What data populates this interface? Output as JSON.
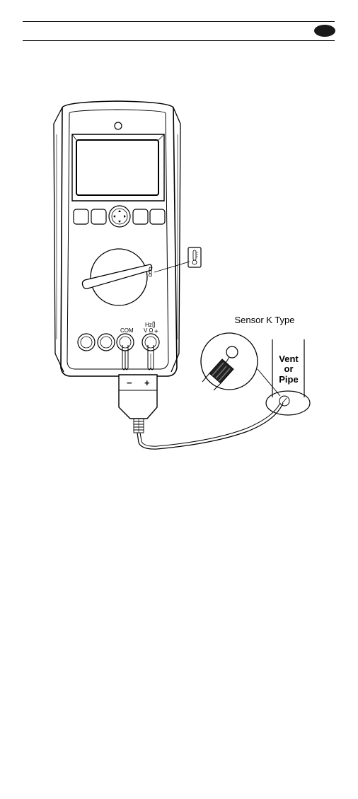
{
  "page": {
    "badge": ""
  },
  "diagram": {
    "sensor_label": "Sensor K Type",
    "vent_label_lines": [
      "Vent",
      "or",
      "Pipe"
    ],
    "jack_com_label": "COM",
    "jack_v_label": "V Ω",
    "jack_hz_label": "Hz",
    "plug_minus": "−",
    "plug_plus": "+"
  }
}
